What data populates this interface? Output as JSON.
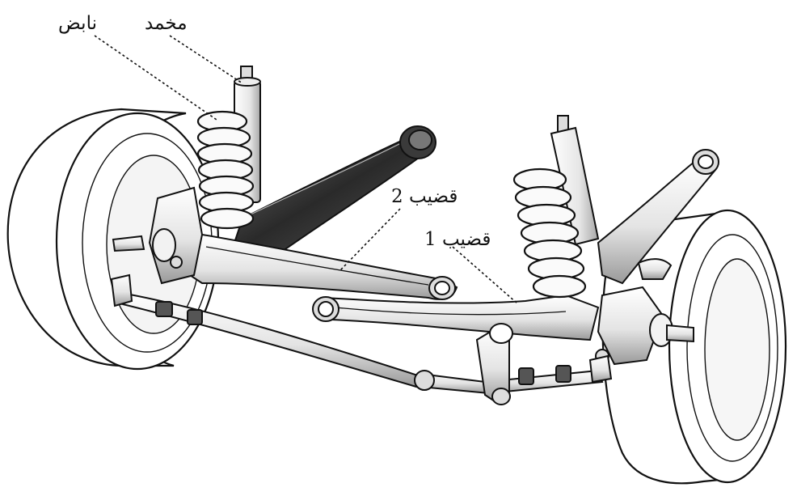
{
  "labels": {
    "spring": "نابض",
    "damper": "مخمد",
    "rod2": "قضيب 2",
    "rod1": "قضيب 1"
  },
  "colors": {
    "outline": "#111111",
    "steel": "#eeeeee",
    "dark_arm": "#3a3a3a",
    "tire_fill": "#ffffff",
    "shadow": "#b5b5b5"
  }
}
